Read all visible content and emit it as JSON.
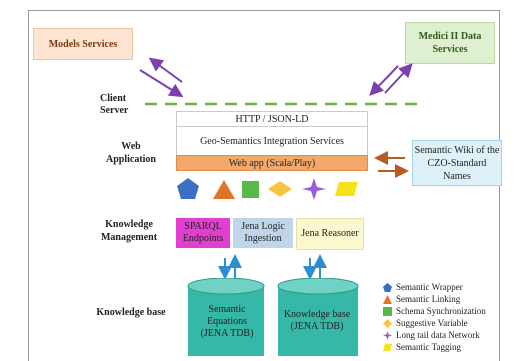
{
  "boxes": {
    "models_services": "Models Services",
    "medici_services": "Medici II Data Services",
    "semantic_wiki": "Semantic Wiki of the CZO-Standard Names"
  },
  "tiers": {
    "client": "Client",
    "server": "Server",
    "web_application": "Web Application",
    "knowledge_management": "Knowledge Management",
    "knowledge_base": "Knowledge base"
  },
  "web_layers": {
    "http": "HTTP / JSON-LD",
    "geo": "Geo-Semantics Integration Services",
    "webapp": "Web app (Scala/Play)"
  },
  "km_boxes": {
    "sparql": "SPARQL Endpoints",
    "jena_logic": "Jena Logic Ingestion",
    "jena_reasoner": "Jena Reasoner"
  },
  "databases": {
    "semantic_equations": "Semantic Equations (JENA TDB)",
    "knowledge_base": "Knowledge base (JENA TDB)"
  },
  "legend": [
    {
      "icon": "pentagon-icon",
      "color": "#3b6fc4",
      "label": "Semantic Wrapper"
    },
    {
      "icon": "triangle-icon",
      "color": "#e2732a",
      "label": "Semantic Linking"
    },
    {
      "icon": "square-icon",
      "color": "#58b849",
      "label": "Schema Synchronization"
    },
    {
      "icon": "diamond-icon",
      "color": "#f6c443",
      "label": "Suggestive Variable"
    },
    {
      "icon": "star-icon",
      "color": "#9b5bd6",
      "label": "Long tail data Network"
    },
    {
      "icon": "parallelogram-icon",
      "color": "#f4e21a",
      "label": "Semantic  Tagging"
    }
  ],
  "colors": {
    "arrow_purple": "#7b3fb0",
    "arrow_orange": "#b85a24",
    "arrow_blue": "#2d8fd0",
    "dash_green": "#6db33f",
    "webapp_bar": "#f2a96b",
    "sparql": "#e23fd0",
    "jena_logic": "#bfd6ea",
    "jena_reasoner": "#fbf7cf",
    "cylinder": "#36b8a8"
  }
}
